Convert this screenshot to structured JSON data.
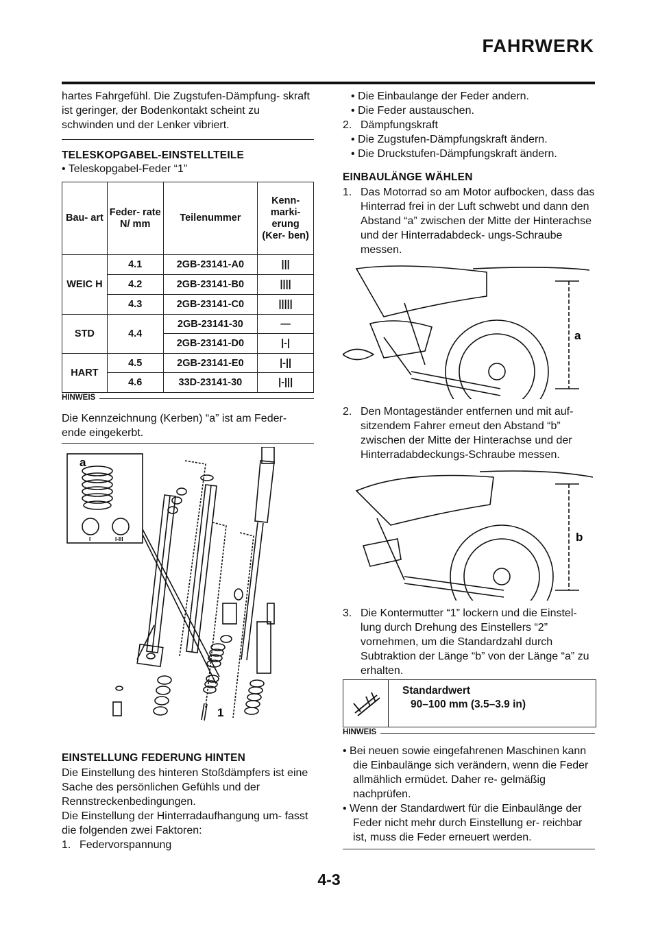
{
  "header": {
    "title": "FAHRWERK"
  },
  "page_number": "4-3",
  "left": {
    "intro": "hartes Fahrgefühl. Die Zugstufen-Dämpfung- skraft ist geringer, der Bodenkontakt scheint zu schwinden und der Lenker vibriert.",
    "section1_title": "TELESKOPGABEL-EINSTELLTEILE",
    "section1_bullet": "• Teleskopgabel-Feder “1”",
    "table": {
      "headers": [
        "Bau- art",
        "Feder- rate N/ mm",
        "Teilenummer",
        "Kenn- marki- erung (Ker- ben)"
      ],
      "rows": [
        {
          "type": "WEIC H",
          "rate": "4.1",
          "part": "2GB-23141-A0",
          "mark": "|||"
        },
        {
          "type": "",
          "rate": "4.2",
          "part": "2GB-23141-B0",
          "mark": "||||"
        },
        {
          "type": "",
          "rate": "4.3",
          "part": "2GB-23141-C0",
          "mark": "|||||"
        },
        {
          "type": "STD",
          "rate": "4.4",
          "part": "2GB-23141-30",
          "mark": "—"
        },
        {
          "type": "",
          "rate": "",
          "part": "2GB-23141-D0",
          "mark": "|-|"
        },
        {
          "type": "HART",
          "rate": "4.5",
          "part": "2GB-23141-E0",
          "mark": "|-||"
        },
        {
          "type": "",
          "rate": "4.6",
          "part": "33D-23141-30",
          "mark": "|-|||"
        }
      ]
    },
    "hinweis_label": "HINWEIS",
    "hinweis_text": "Die Kennzeichnung (Kerben) “a” ist am Feder- ende eingekerbt.",
    "fig_label_a": "a",
    "fig_label_1": "1",
    "fig_mark_i": "I",
    "fig_mark_iiii": "I-III",
    "section2_title": "EINSTELLUNG FEDERUNG HINTEN",
    "section2_p1": "Die Einstellung des hinteren Stoßdämpfers ist eine Sache des persönlichen Gefühls und der Rennstreckenbedingungen.",
    "section2_p2": "Die Einstellung der Hinterradaufhangung um- fasst die folgenden zwei Faktoren:",
    "section2_item1_num": "1.",
    "section2_item1": "Federvorspannung"
  },
  "right": {
    "bullets_top": [
      "• Die Einbaulange der Feder andern.",
      "• Die Feder austauschen."
    ],
    "item2_num": "2.",
    "item2": "Dämpfungskraft",
    "bullets_item2": [
      "• Die Zugstufen-Dämpfungskraft ändern.",
      "• Die Druckstufen-Dämpfungskraft ändern."
    ],
    "section_title": "EINBAULÄNGE WÄHLEN",
    "step1_num": "1.",
    "step1": "Das Motorrad so am Motor aufbocken, dass das Hinterrad frei in der Luft schwebt und dann den Abstand “a” zwischen der Mitte der Hinterachse und der Hinterradabdeck- ungs-Schraube messen.",
    "fig1_label": "a",
    "step2_num": "2.",
    "step2": "Den Montageständer entfernen und mit auf- sitzendem Fahrer erneut den Abstand “b” zwischen der Mitte der Hinterachse und der Hinterradabdeckungs-Schraube messen.",
    "fig2_label": "b",
    "step3_num": "3.",
    "step3": "Die Kontermutter “1” lockern und die Einstel- lung durch Drehung des Einstellers “2” vornehmen, um die Standardzahl durch Subtraktion der Länge “b” von der Länge “a” zu erhalten.",
    "std_label": "Standardwert",
    "std_value": "90–100 mm (3.5–3.9 in)",
    "hinweis_label": "HINWEIS",
    "hinweis_bullets": [
      "• Bei neuen sowie eingefahrenen Maschinen kann die Einbaulänge sich verändern, wenn die Feder allmählich ermüdet. Daher re- gelmäßig nachprüfen.",
      "• Wenn der Standardwert für die Einbaulänge der Feder nicht mehr durch Einstellung er- reichbar ist, muss die Feder erneuert werden."
    ]
  },
  "icons": {
    "std_icon": "caliper-icon"
  }
}
